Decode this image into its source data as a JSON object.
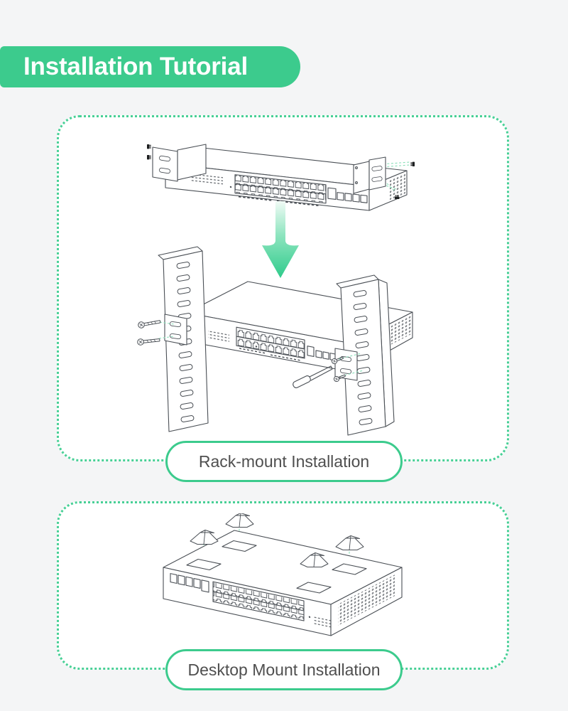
{
  "header": {
    "title": "Installation Tutorial"
  },
  "sections": [
    {
      "id": "rack-mount",
      "caption": "Rack-mount Installation",
      "illustrations": [
        "switch-with-mounting-brackets",
        "down-arrow",
        "switch-mounted-in-rack"
      ]
    },
    {
      "id": "desktop-mount",
      "caption": "Desktop Mount Installation",
      "illustrations": [
        "switch-with-rubber-feet"
      ]
    }
  ],
  "colors": {
    "accent_green": "#3CCB8D",
    "dotted_border_green": "#48D096",
    "arrow_green": "#2FCB8B",
    "guide_line_green": "#8ADFB9",
    "line_art_gray": "#4A4F55",
    "caption_text": "#4F4F4F",
    "page_background": "#F4F5F6",
    "card_background": "#FFFFFF"
  }
}
